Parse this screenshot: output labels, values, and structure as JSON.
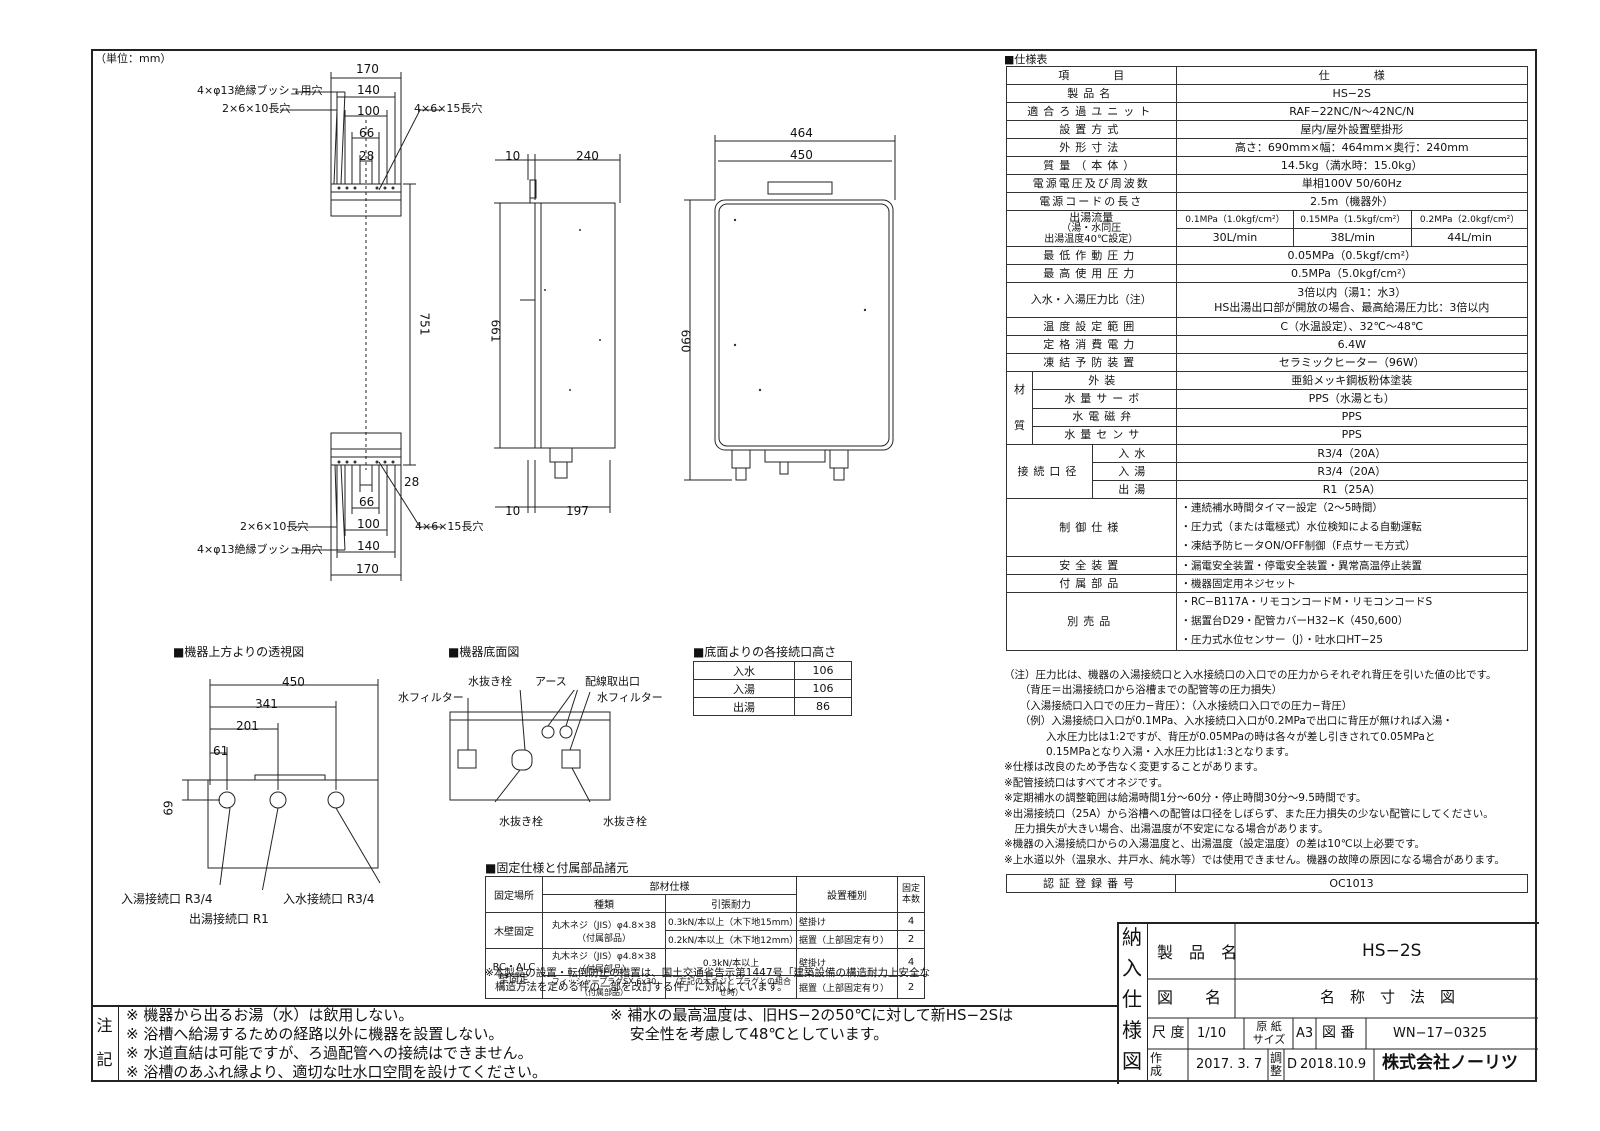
{
  "unit_label": "（単位：mm）",
  "front_view": {
    "dims": {
      "w170": "170",
      "w140": "140",
      "w100": "100",
      "w66": "66",
      "w28": "28",
      "h751": "751"
    },
    "top_left_labels": [
      "4×φ13絶縁ブッシュ用穴",
      "2×6×10長穴"
    ],
    "top_right_label": "4×6×15長穴",
    "bottom_right_label": "4×6×15長穴",
    "bottom_left_labels": [
      "2×6×10長穴",
      "4×φ13絶縁ブッシュ用穴"
    ],
    "bottom_dims": {
      "w28": "28",
      "w66": "66",
      "w100": "100",
      "w140": "140",
      "w170": "170"
    }
  },
  "side_view": {
    "d10": "10",
    "d240": "240",
    "h661": "661",
    "b10": "10",
    "b197": "197"
  },
  "main_view": {
    "w464": "464",
    "w450": "450",
    "h690": "690"
  },
  "top_view": {
    "title": "■機器上方よりの透視図",
    "dims": {
      "w450": "450",
      "w341": "341",
      "w201": "201",
      "w61": "61",
      "h69": "69"
    },
    "labels": [
      "入湯接続口 R3/4",
      "出湯接続口 R1",
      "入水接続口 R3/4"
    ]
  },
  "bottom_view": {
    "title": "■機器底面図",
    "labels": [
      "水抜き栓",
      "アース",
      "配線取出口",
      "水フィルター",
      "水フィルター",
      "水抜き栓",
      "水抜き栓"
    ]
  },
  "conn_heights": {
    "title": "■底面よりの各接続口高さ",
    "rows": [
      [
        "入水",
        "106"
      ],
      [
        "入湯",
        "106"
      ],
      [
        "出湯",
        "86"
      ]
    ]
  },
  "fix_table": {
    "title": "■固定仕様と付属部品諸元",
    "headers": [
      "固定場所",
      "部材仕様",
      "種類",
      "引張耐力",
      "設置種別",
      "固定本数"
    ],
    "rows": [
      [
        "木壁固定",
        "丸木ネジ（JIS）φ4.8×38（付属部品）",
        "0.3kN/本以上（木下地15mm）",
        "壁掛け",
        "4"
      ],
      [
        "",
        "",
        "0.2kN/本以上（木下地12mm）",
        "据置（上部固定有り）",
        "2"
      ],
      [
        "RC・ALC壁固定",
        "丸木ネジ（JIS）φ4.8×38（付属部品）",
        "0.3kN/本以上",
        "壁掛け",
        "4"
      ],
      [
        "",
        "フィッシャープラグSX 6x30（付属部品）",
        "（左記の木ネジとプラグとの組合せ時）",
        "据置（上部固定有り）",
        "2"
      ]
    ],
    "note": [
      "※本製品の設置・転倒防止の措置は、国土交通省告示第1447号「建築設備の構造耐力上安全な",
      "構造方法を定める件の一部を改訂する件」に対応しています。"
    ]
  },
  "spec": {
    "title": "■仕様表",
    "header": [
      "項　　　　目",
      "仕　　　　様"
    ],
    "rows": [
      [
        "製品名",
        "HS−2S"
      ],
      [
        "適合ろ過ユニット",
        "RAF−22NC/N〜42NC/N"
      ],
      [
        "設置方式",
        "屋内/屋外設置壁掛形"
      ],
      [
        "外形寸法",
        "高さ：690mm×幅：464mm×奥行：240mm"
      ],
      [
        "質量（本体）",
        "14.5kg（満水時：15.0kg）"
      ],
      [
        "電源電圧及び周波数",
        "単相100V 50/60Hz"
      ],
      [
        "電源コードの長さ",
        "2.5m（機器外）"
      ]
    ],
    "flow": {
      "label": "出湯流量",
      "sub": [
        "（湯・水同圧",
        "出湯温度40℃設定）"
      ],
      "pressures": [
        "0.1MPa（1.0kgf/cm²）",
        "0.15MPa（1.5kgf/cm²）",
        "0.2MPa（2.0kgf/cm²）"
      ],
      "values": [
        "30L/min",
        "38L/min",
        "44L/min"
      ]
    },
    "rows2": [
      [
        "最低作動圧力",
        "0.05MPa（0.5kgf/cm²）"
      ],
      [
        "最高使用圧力",
        "0.5MPa（5.0kgf/cm²）"
      ]
    ],
    "ratio": {
      "label": "入水・入湯圧力比（注）",
      "lines": [
        "3倍以内（湯1：水3）",
        "HS出湯出口部が開放の場合、最高給湯圧力比：3倍以内"
      ]
    },
    "rows3": [
      [
        "温度設定範囲",
        "C（水温設定）、32℃〜48℃"
      ],
      [
        "定格消費電力",
        "6.4W"
      ],
      [
        "凍結予防装置",
        "セラミックヒーター（96W）"
      ]
    ],
    "material": {
      "group": [
        "材",
        "質"
      ],
      "rows": [
        [
          "外装",
          "亜鉛メッキ鋼板粉体塗装"
        ],
        [
          "水量サーボ",
          "PPS（水湯とも）"
        ],
        [
          "水電磁弁",
          "PPS"
        ],
        [
          "水量センサ",
          "PPS"
        ]
      ]
    },
    "connection": {
      "group": "接続口径",
      "rows": [
        [
          "入水",
          "R3/4（20A）"
        ],
        [
          "入湯",
          "R3/4（20A）"
        ],
        [
          "出湯",
          "R1（25A）"
        ]
      ]
    },
    "control": {
      "label": "制御仕様",
      "lines": [
        "・連続補水時間タイマー設定（2〜5時間）",
        "・圧力式（または電極式）水位検知による自動運転",
        "・凍結予防ヒータON/OFF制御（F点サーモ方式）"
      ]
    },
    "safety": [
      "安全装置",
      "・漏電安全装置・停電安全装置・異常高温停止装置"
    ],
    "accessory": [
      "付属部品",
      "・機器固定用ネジセット"
    ],
    "options": {
      "label": "別売品",
      "lines": [
        "・RC−B117A・リモコンコードM・リモコンコードS",
        "・据置台D29・配管カバーH32−K（450,600）",
        "・圧力式水位センサー（J）・吐水口HT−25"
      ]
    }
  },
  "spec_notes": [
    "（注）圧力比は、機器の入湯接続口と入水接続口の入口での圧力からそれぞれ背圧を引いた値の比です。",
    "　　（背圧＝出湯接続口から浴槽までの配管等の圧力損失）",
    "　　（入湯接続口入口での圧力−背圧）：（入水接続口入口での圧力−背圧）",
    "　　（例）入湯接続口入口が0.1MPa、入水接続口入口が0.2MPaで出口に背圧が無ければ入湯・",
    "　　　　入水圧力比は1:2ですが、背圧が0.05MPaの時は各々が差し引きされて0.05MPaと",
    "　　　　0.15MPaとなり入湯・入水圧力比は1:3となります。",
    "※仕様は改良のため予告なく変更することがあります。",
    "※配管接続口はすべてオネジです。",
    "※定期補水の調整範囲は給湯時間1分〜60分・停止時間30分〜9.5時間です。",
    "※出湯接続口（25A）から浴槽への配管は口径をしぼらず、また圧力損失の少ない配管にしてください。",
    "　圧力損失が大きい場合、出湯温度が不安定になる場合があります。",
    "※機器の入湯接続口からの入湯温度と、出湯温度（設定温度）の差は10℃以上必要です。",
    "※上水道以外（温泉水、井戸水、純水等）では使用できません。機器の故障の原因になる場合があります。"
  ],
  "cert": {
    "label": "認証登録番号",
    "value": "OC1013"
  },
  "title_block": {
    "side": [
      "納",
      "入",
      "仕",
      "様",
      "図"
    ],
    "product_label": "製　品　名",
    "product": "HS−2S",
    "drawing_label": "図　　名",
    "drawing": "名　称　寸　法　図",
    "scale_label": "尺 度",
    "scale": "1/10",
    "paper_label": [
      "原 紙",
      "サイズ"
    ],
    "paper": "A3",
    "number_label": "図 番",
    "number": "WN−17−0325",
    "made_label": [
      "作",
      "成"
    ],
    "made": "2017. 3. 7",
    "adjust_label": [
      "調",
      "整"
    ],
    "rev": "D",
    "adjust": "2018.10.9",
    "company": "株式会社ノーリツ"
  },
  "bottom_notes": {
    "side_label": [
      "注",
      "記"
    ],
    "left": [
      "※ 機器から出るお湯（水）は飲用しない。",
      "※ 浴槽へ給湯するための経路以外に機器を設置しない。",
      "※ 水道直結は可能ですが、ろ過配管への接続はできません。",
      "※ 浴槽のあふれ縁より、適切な吐水口空間を設けてください。"
    ],
    "right": [
      "※ 補水の最高温度は、旧HS−2の50℃に対して新HS−2Sは",
      "　 安全性を考慮して48℃としています。"
    ]
  }
}
